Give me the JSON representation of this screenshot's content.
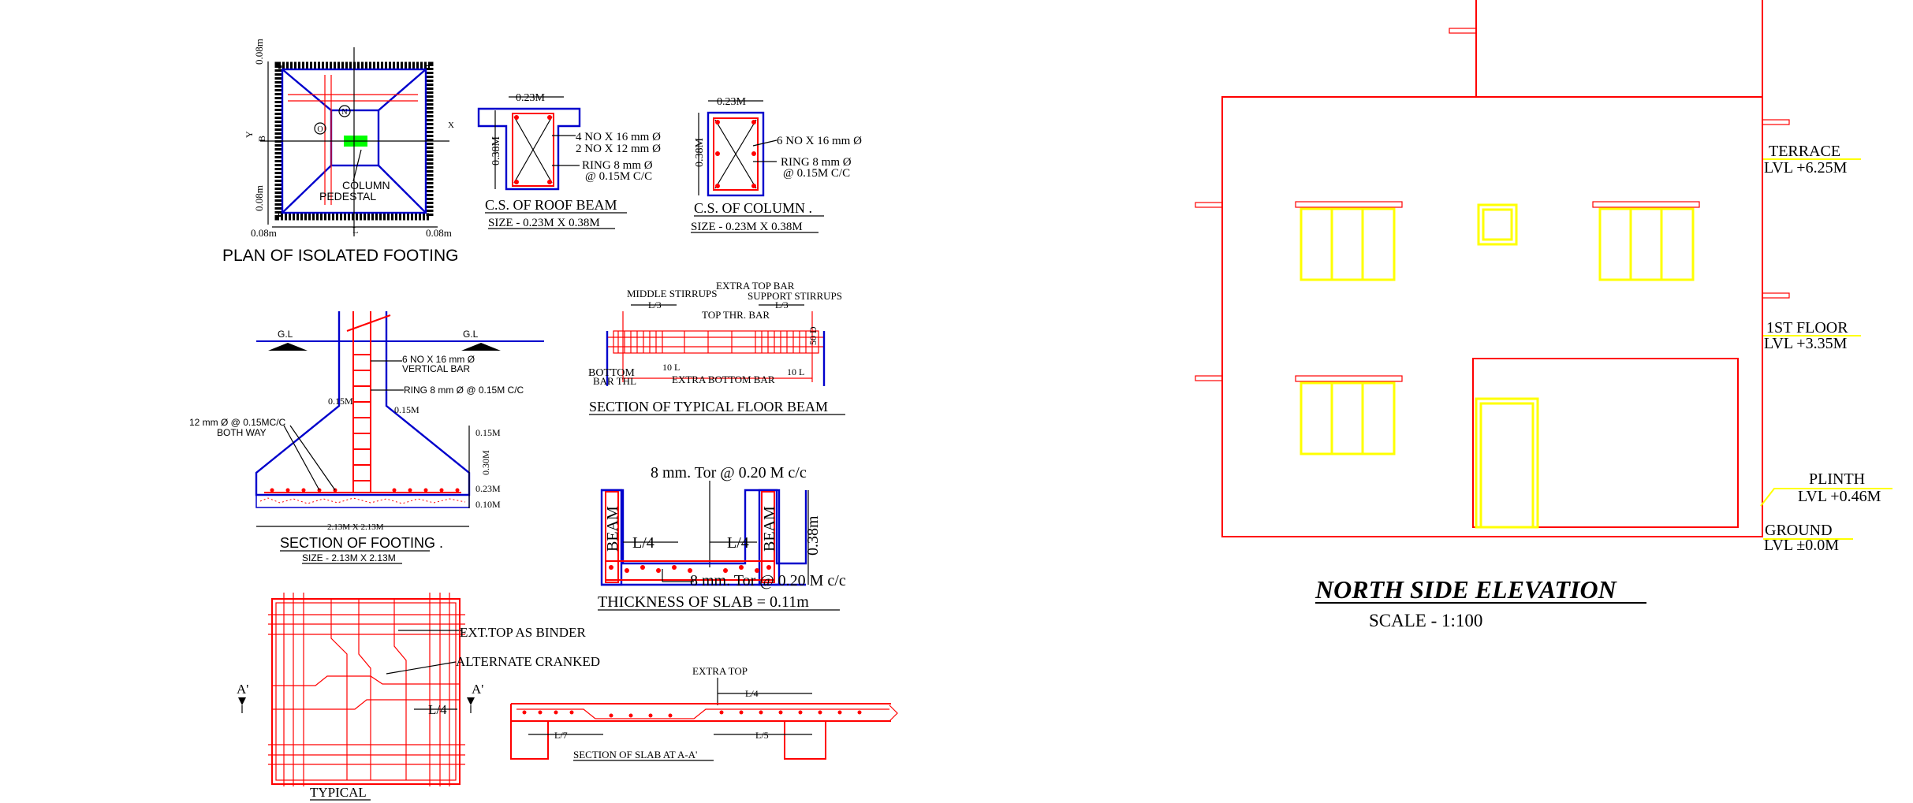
{
  "sheet": {
    "plan_footing": {
      "title": "PLAN OF ISOLATED FOOTING",
      "dim_top": "0.08m",
      "dim_bottom_left": "0.08m",
      "dim_left_bottom": "0.08m",
      "dim_bottom_right": "0.08m",
      "dim_length": "L",
      "dim_breadth": "B",
      "axis_x": "X",
      "axis_y": "Y",
      "marker_n": "N",
      "marker_o": "O",
      "label_column": "COLUMN",
      "label_pedestal": "PEDESTAL"
    },
    "roof_beam": {
      "width": "0.23M",
      "depth": "0.38M",
      "bar1": "4 NO X 16 mm Ø",
      "bar2": "2 NO X 12 mm Ø",
      "ring1": "RING 8 mm Ø",
      "ring2": "@ 0.15M C/C",
      "title": "C.S. OF ROOF BEAM",
      "size": "SIZE - 0.23M X 0.38M"
    },
    "column": {
      "width": "0.23M",
      "depth": "0.38M",
      "bar": "6 NO X 16 mm Ø",
      "ring1": "RING 8 mm Ø",
      "ring2": "@ 0.15M C/C",
      "title": "C.S. OF COLUMN .",
      "size": "SIZE - 0.23M X 0.38M"
    },
    "footing_section": {
      "gl_left": "G.L",
      "gl_right": "G.L",
      "vbar1": "6 NO X 16 mm Ø",
      "vbar2": "VERTICAL BAR",
      "ring": "RING 8 mm Ø @ 0.15M C/C",
      "d015a": "0.15M",
      "d015b": "0.15M",
      "d015c": "0.15M",
      "d030": "0.30M",
      "d023": "0.23M",
      "d010": "0.10M",
      "mesh1": "12 mm Ø @ 0.15MC/C",
      "mesh2": "BOTH WAY",
      "size_dim": "2.13M X 2.13M",
      "title": "SECTION OF FOOTING .",
      "size": "SIZE - 2.13M X 2.13M"
    },
    "floor_beam": {
      "extra_top": "EXTRA TOP BAR",
      "middle": "MIDDLE STIRRUPS",
      "support": "SUPPORT STIRRUPS",
      "l3a": "L/3",
      "l3b": "L/3",
      "top_thr": "TOP THR. BAR",
      "d": "50 D",
      "bottom1": "BOTTOM",
      "bottom2": "BAR THL",
      "l10a": "10 L",
      "l10b": "10 L",
      "extra_bottom": "EXTRA BOTTOM BAR",
      "title": "SECTION OF TYPICAL FLOOR BEAM"
    },
    "slab": {
      "tor_top": "8 mm. Tor @ 0.20 M c/c",
      "beam_l": "BEAM",
      "beam_r": "BEAM",
      "l4a": "L/4",
      "l4b": "L/4",
      "depth": "0.38m",
      "tor_bottom": "8 mm. Tor @ 0.20 M c/c",
      "thickness": "THICKNESS OF SLAB = 0.11m"
    },
    "typical": {
      "ext_top": "EXT.TOP AS BINDER",
      "alt": "ALTERNATE CRANKED",
      "a_left": "A'",
      "a_right": "A'",
      "l4": "L/4",
      "title": "TYPICAL"
    },
    "slab_aa": {
      "extra_top": "EXTRA TOP",
      "l4": "L/4",
      "l7": "L/7",
      "l5": "L/5",
      "title": "SECTION OF SLAB AT A-A'"
    },
    "elevation": {
      "title": "NORTH SIDE ELEVATION",
      "scale": "SCALE - 1:100",
      "terrace1": "TERRACE",
      "terrace2": "LVL +6.25M",
      "floor1": "1ST FLOOR",
      "floor2": "LVL +3.35M",
      "plinth1": "PLINTH",
      "plinth2": "LVL +0.46M",
      "ground1": "GROUND",
      "ground2": "LVL ±0.0M"
    }
  },
  "colors": {
    "line_red": "#ff0000",
    "line_blue": "#0000cc",
    "window_yellow": "#ffff00",
    "pedestal_green": "#00ff00"
  }
}
